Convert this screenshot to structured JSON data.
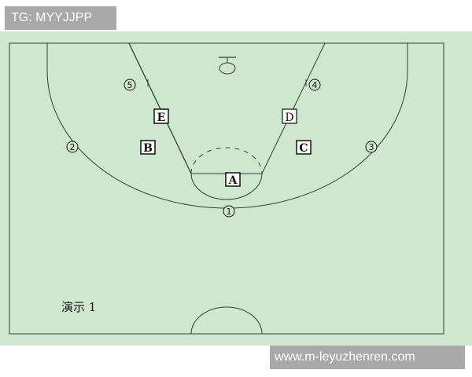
{
  "watermarks": {
    "top_left": "TG: MYYJJPP",
    "bottom_right": "www.m-leyuzhenren.com"
  },
  "diagram": {
    "caption": "演示 1",
    "colors": {
      "court_background": "#cfe7cf",
      "court_lines": "#3a3a3a",
      "page_background": "#ffffff",
      "watermark_background": "#a9a9a9"
    },
    "square_markers": [
      {
        "id": "A",
        "label": "A"
      },
      {
        "id": "B",
        "label": "B"
      },
      {
        "id": "C",
        "label": "C"
      },
      {
        "id": "D",
        "label": "D"
      },
      {
        "id": "E",
        "label": "E"
      }
    ],
    "circle_markers": [
      {
        "id": "1",
        "label": "1"
      },
      {
        "id": "2",
        "label": "2"
      },
      {
        "id": "3",
        "label": "3"
      },
      {
        "id": "4",
        "label": "4"
      },
      {
        "id": "5",
        "label": "5"
      }
    ]
  }
}
